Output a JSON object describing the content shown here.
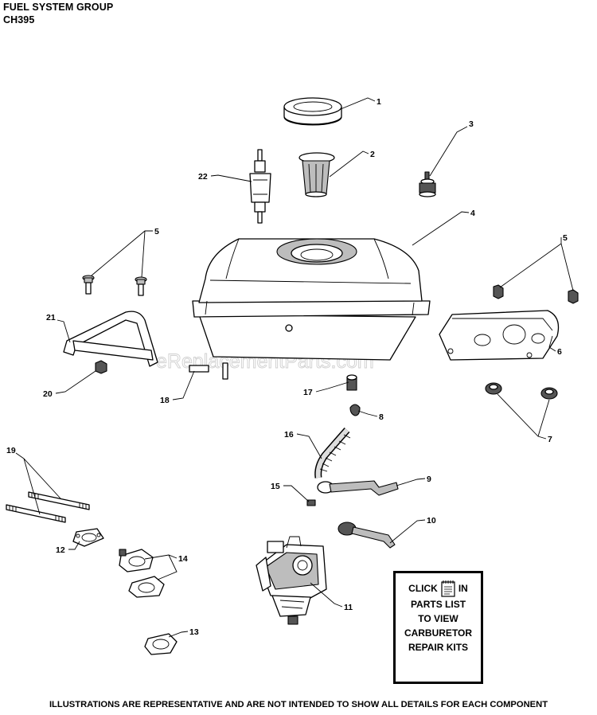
{
  "header": {
    "title": "FUEL SYSTEM GROUP",
    "model": "CH395"
  },
  "watermark": "eReplacementParts.com",
  "callouts": [
    "1",
    "2",
    "3",
    "4",
    "5",
    "5",
    "6",
    "7",
    "8",
    "9",
    "10",
    "11",
    "12",
    "13",
    "14",
    "15",
    "16",
    "17",
    "18",
    "19",
    "20",
    "21",
    "22"
  ],
  "click_box": {
    "click": "CLICK",
    "in": "IN",
    "line2": "PARTS LIST",
    "line3": "TO VIEW",
    "line4": "CARBURETOR",
    "line5": "REPAIR KITS",
    "icon": "notebook-icon"
  },
  "footer": "ILLUSTRATIONS ARE REPRESENTATIVE AND ARE NOT INTENDED TO SHOW ALL DETAILS FOR EACH COMPONENT"
}
